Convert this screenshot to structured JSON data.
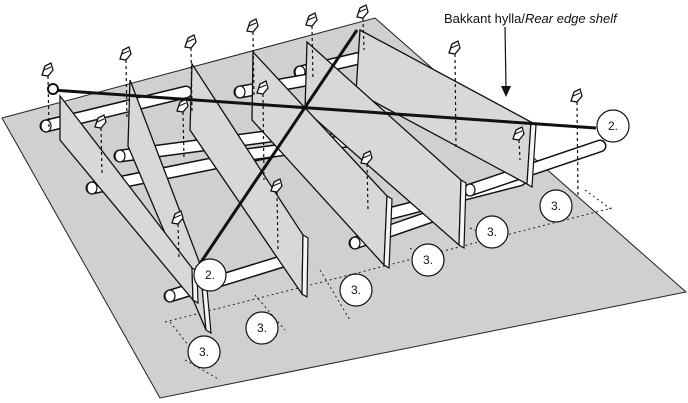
{
  "header": {
    "label_plain": "Bakkant hylla/",
    "label_italic": "Rear edge shelf"
  },
  "callouts": {
    "two": "2.",
    "three": "3."
  },
  "colors": {
    "base": "#d2d2d2",
    "panel_front": "#d8d8d8",
    "panel_edge": "#f4f4f4",
    "rod": "#ffffff",
    "outline": "#111111"
  },
  "icons": [
    "level-marker-icon",
    "arrow-down-icon"
  ]
}
